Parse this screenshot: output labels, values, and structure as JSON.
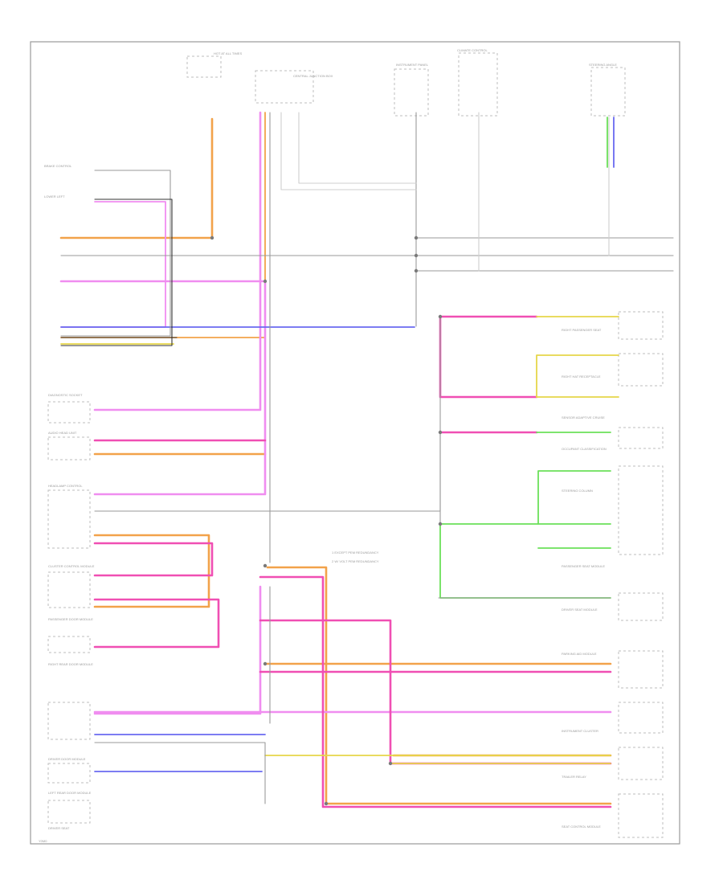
{
  "footer": {
    "page_code": "Y0M0"
  },
  "legend": {
    "line1": "1   EXCEPT PEM REDUNDANCY",
    "line2": "2   W/ VOLT PEM REDUNDANCY"
  },
  "colors": {
    "orange": "#f2a24a",
    "pink": "#f08df0",
    "magenta": "#f04fb3",
    "blue": "#6a6af0",
    "yellow": "#e6d64a",
    "green": "#6be05a",
    "gray": "#9a9a9a",
    "light_gray": "#cfcfcf",
    "tan": "#d7a96f",
    "black": "#333333",
    "red": "#ef6b6b"
  }
}
